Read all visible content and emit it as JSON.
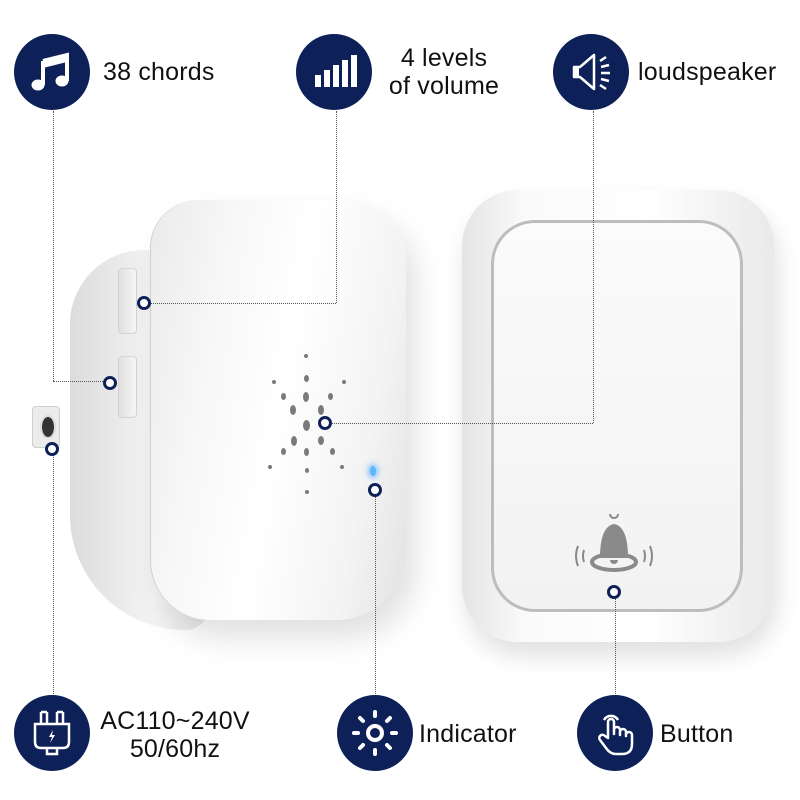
{
  "features": {
    "chords": {
      "label": "38 chords",
      "icon": "music-note-icon"
    },
    "volume": {
      "line1": "4 levels",
      "line2": "of volume",
      "icon": "volume-bars-icon"
    },
    "loudspeaker": {
      "label": "loudspeaker",
      "icon": "speaker-icon"
    },
    "power": {
      "line1": "AC110~240V",
      "line2": "50/60hz",
      "icon": "plug-icon"
    },
    "indicator": {
      "label": "Indicator",
      "icon": "light-icon"
    },
    "button": {
      "label": "Button",
      "icon": "hand-press-icon"
    }
  },
  "colors": {
    "badge": "#0d2158",
    "led": "#5ab8ff",
    "bell": "#8a8a8a"
  }
}
